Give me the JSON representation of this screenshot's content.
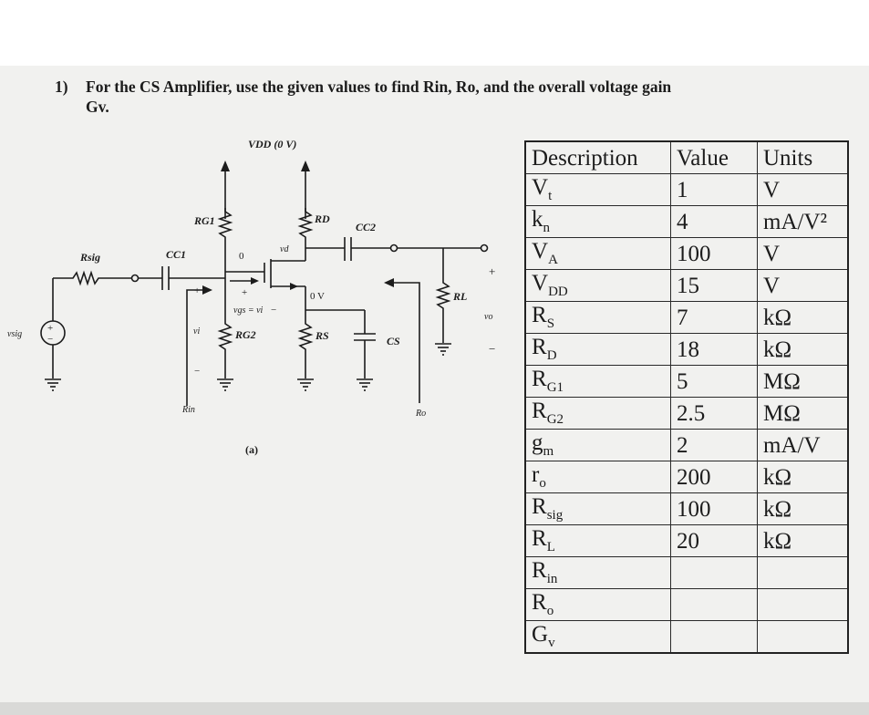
{
  "question": {
    "number": "1)",
    "text": "For the CS Amplifier, use the given values to find Rin, Ro, and the overall voltage gain",
    "text_line2": "Gv."
  },
  "circuit": {
    "vdd_label": "VDD (0 V)",
    "rsig_label": "Rsig",
    "vsig_label": "vsig",
    "cc1_label": "CC1",
    "cc2_label": "CC2",
    "cs_label": "CS",
    "rg1_label": "RG1",
    "rg2_label": "RG2",
    "rd_label": "RD",
    "rs_label": "RS",
    "rl_label": "RL",
    "rin_label": "Rin",
    "ro_label": "Ro",
    "vi_label": "vi",
    "vo_label": "vo",
    "vd_label": "vd",
    "vgs_label": "vgs = vi",
    "zero_label": "0",
    "ov_label": "0 V",
    "plus": "+",
    "minus": "−",
    "figure_caption": "(a)"
  },
  "table": {
    "headers": [
      "Description",
      "Value",
      "Units"
    ],
    "rows": [
      {
        "desc_main": "V",
        "desc_sub": "t",
        "value": "1",
        "unit": "V"
      },
      {
        "desc_main": "k",
        "desc_sub": "n",
        "value": "4",
        "unit": "mA/V²"
      },
      {
        "desc_main": "V",
        "desc_sub": "A",
        "value": "100",
        "unit": "V"
      },
      {
        "desc_main": "V",
        "desc_sub": "DD",
        "value": "15",
        "unit": "V"
      },
      {
        "desc_main": "R",
        "desc_sub": "S",
        "value": "7",
        "unit": "kΩ"
      },
      {
        "desc_main": "R",
        "desc_sub": "D",
        "value": "18",
        "unit": "kΩ"
      },
      {
        "desc_main": "R",
        "desc_sub": "G1",
        "value": "5",
        "unit": "MΩ"
      },
      {
        "desc_main": "R",
        "desc_sub": "G2",
        "value": "2.5",
        "unit": "MΩ"
      },
      {
        "desc_main": "g",
        "desc_sub": "m",
        "value": "2",
        "unit": "mA/V"
      },
      {
        "desc_main": "r",
        "desc_sub": "o",
        "value": "200",
        "unit": "kΩ"
      },
      {
        "desc_main": "R",
        "desc_sub": "sig",
        "value": "100",
        "unit": "kΩ"
      },
      {
        "desc_main": "R",
        "desc_sub": "L",
        "value": "20",
        "unit": "kΩ"
      },
      {
        "desc_main": "R",
        "desc_sub": "in",
        "value": "",
        "unit": ""
      },
      {
        "desc_main": "R",
        "desc_sub": "o",
        "value": "",
        "unit": ""
      },
      {
        "desc_main": "G",
        "desc_sub": "v",
        "value": "",
        "unit": ""
      }
    ]
  }
}
